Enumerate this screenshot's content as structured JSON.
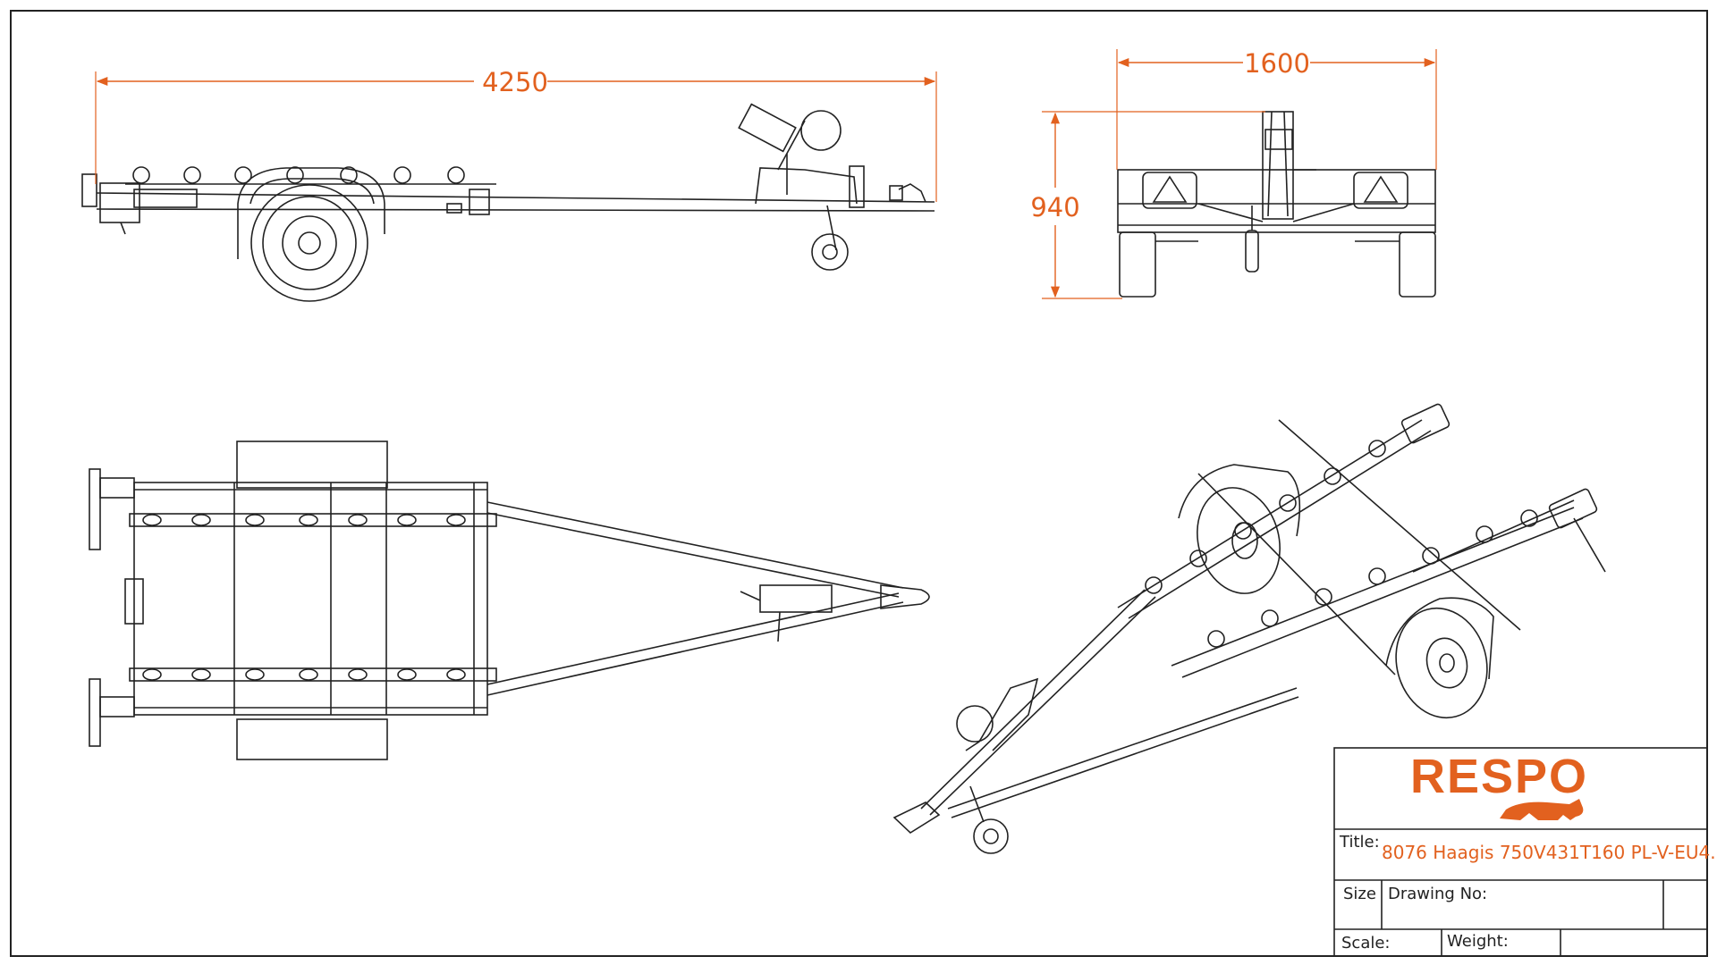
{
  "dimensions": {
    "length": "4250",
    "width": "1600",
    "height": "940"
  },
  "title_block": {
    "brand": "RESPO",
    "title_label": "Title:",
    "title_value": "8076 Haagis 750V431T160 PL-V-EU4.",
    "size_label": "Size",
    "drawing_no_label": "Drawing No:",
    "scale_label": "Scale:",
    "weight_label": "Weight:"
  },
  "colors": {
    "accent": "#e2611f",
    "line": "#222222",
    "paper": "#ffffff"
  }
}
